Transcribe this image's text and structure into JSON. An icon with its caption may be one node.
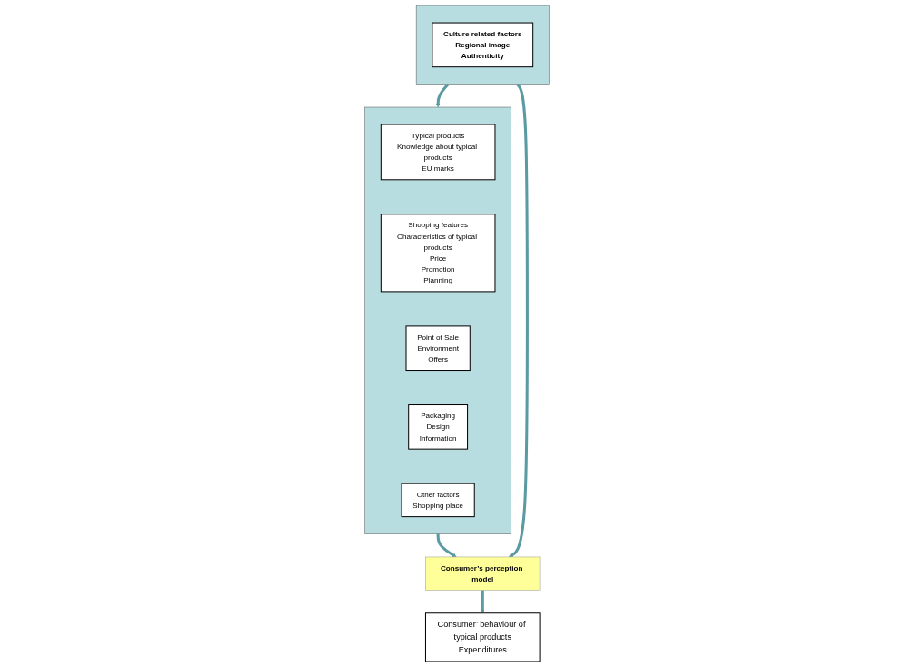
{
  "diagram": {
    "nodes": [
      {
        "text": [],
        "shape": "box"
      },
      {
        "text": [
          "Typical products",
          "Knowledge about typical products",
          "EU marks"
        ],
        "in": 0
      },
      {
        "text": [
          "Shopping features",
          "Characteristics of typical products",
          "Price",
          "Promotion",
          "Planning"
        ],
        "in": 0
      },
      {
        "text": [
          "Point of Sale",
          "Environment",
          "Offers"
        ],
        "in": 0
      },
      {
        "text": [
          "Packaging",
          "Design",
          "Information"
        ],
        "in": 0
      },
      {
        "text": [
          "Other factors",
          "Shopping place"
        ],
        "in": 0
      },
      {
        "text": [
          "Consumer’s perception model"
        ]
      },
      {
        "text": [
          "Consumer’ behaviour of typical products",
          "Expenditures"
        ]
      },
      {
        "text": [],
        "shape": "box"
      },
      {
        "text": [
          "Culture related factors",
          "Regional image",
          "Authenticity"
        ],
        "in": 8
      }
    ],
    "edges": [
      {
        "from": 0,
        "to": 6,
        "arrow": "to"
      },
      {
        "from": 6,
        "to": 7,
        "arrow": "to"
      },
      {
        "from": 8,
        "to": 6,
        "arrow": "to"
      },
      {
        "from": 8,
        "to": 0,
        "arrow": "to"
      }
    ]
  }
}
